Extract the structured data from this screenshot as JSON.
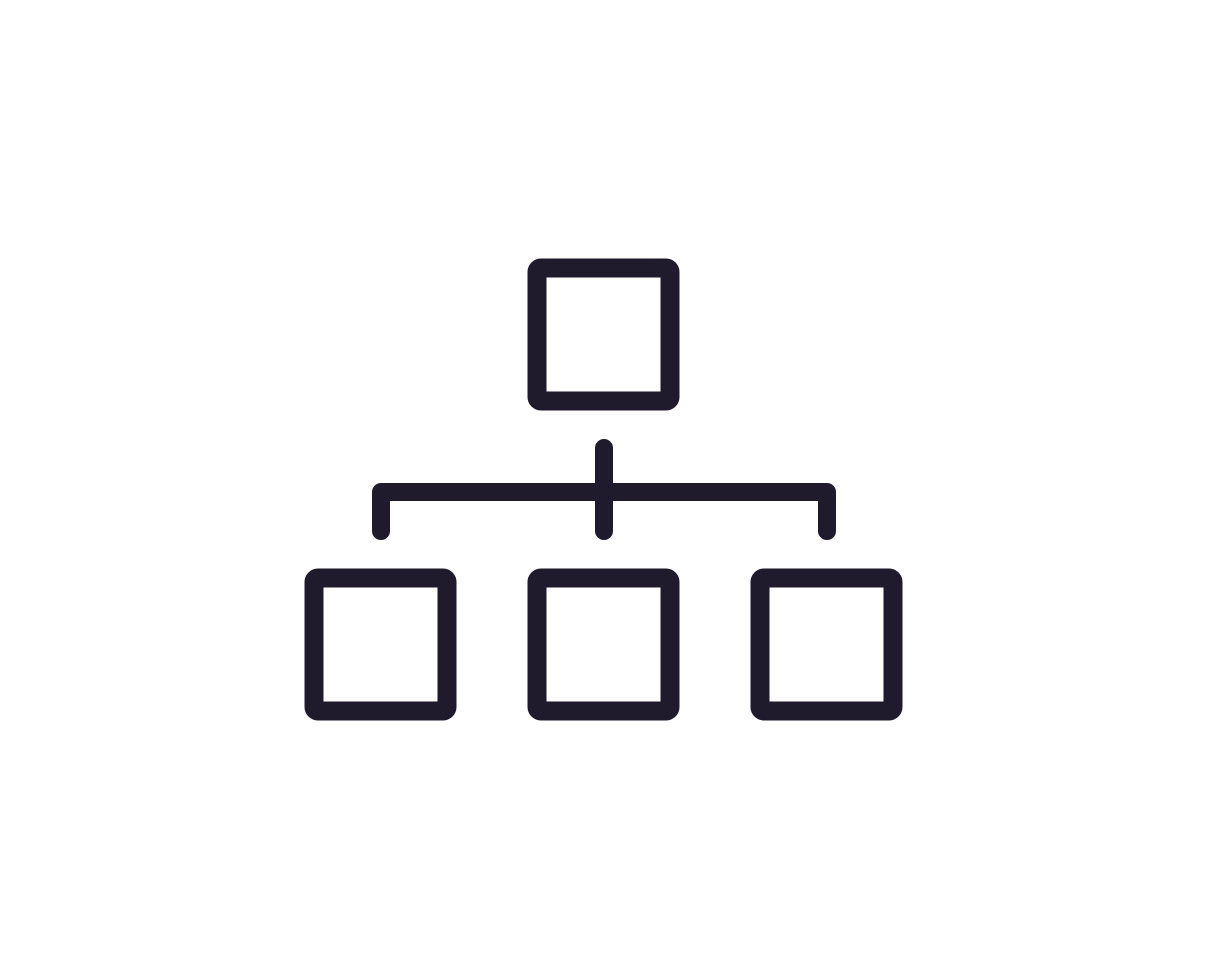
{
  "colors": {
    "background": "#ffffff",
    "stroke": "#1f1a2c"
  },
  "diagram": {
    "icon": "hierarchy-org-chart-icon",
    "root": {
      "name": "root-node"
    },
    "children": [
      {
        "name": "child-node-left"
      },
      {
        "name": "child-node-center"
      },
      {
        "name": "child-node-right"
      }
    ]
  }
}
